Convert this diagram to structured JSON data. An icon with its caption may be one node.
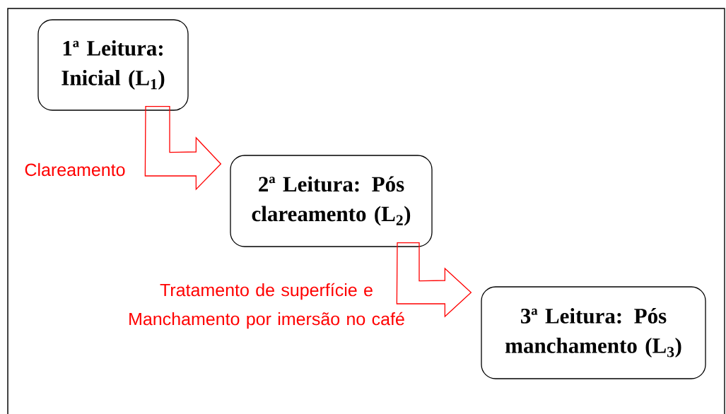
{
  "diagram": {
    "nodes": [
      {
        "text": [
          "1ª Leitura: Inicial (L$_{1}$)"
        ]
      },
      {
        "text": [
          "2ª Leitura: Pós clareamento (L$_{2}$)"
        ]
      },
      {
        "text": [
          "3ª Leitura: Pós manchamento (L$_{3}$)"
        ]
      }
    ],
    "edges": [
      {
        "from": 0,
        "to": 1,
        "arrow": "to",
        "label": "Clareamento"
      },
      {
        "from": 1,
        "to": 2,
        "arrow": "to",
        "label": "Tratamento de superfície e Manchamento por imersão no café"
      }
    ]
  }
}
